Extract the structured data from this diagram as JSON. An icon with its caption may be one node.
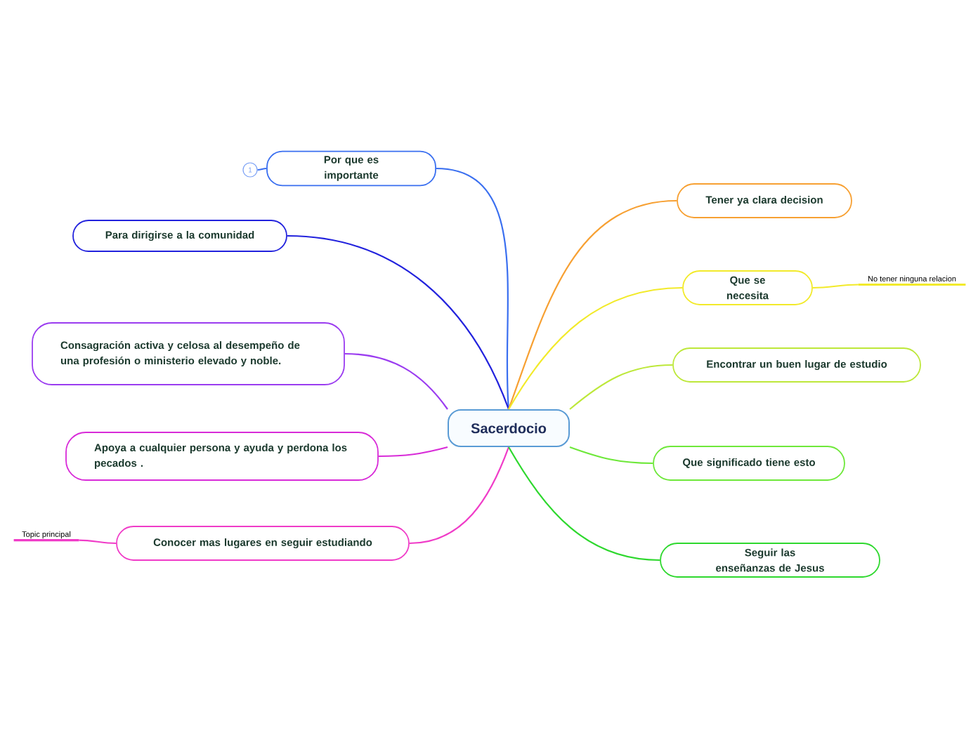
{
  "diagram": {
    "nodes": [
      {
        "text": [
          "Sacerdocio"
        ]
      },
      {
        "text": [
          "Por que es importante"
        ]
      },
      {
        "text": [
          "Para dirigirse a la comunidad"
        ]
      },
      {
        "text": [
          "Consagración activa y celosa al desempeño de una profesión o ministerio elevado y noble."
        ]
      },
      {
        "text": [
          "Apoya a cualquier persona y ayuda y perdona los pecados ."
        ]
      },
      {
        "text": [
          "Conocer mas lugares en seguir estudiando"
        ]
      },
      {
        "text": [
          "Tener ya clara decision"
        ]
      },
      {
        "text": [
          "Que se necesita"
        ]
      },
      {
        "text": [
          "Encontrar un buen lugar de estudio"
        ]
      },
      {
        "text": [
          "Que significado tiene esto"
        ]
      },
      {
        "text": [
          "Seguir las enseñanzas de Jesus"
        ]
      },
      {
        "text": [
          "No tener ninguna relacion"
        ]
      },
      {
        "text": [
          "Topic principal"
        ]
      },
      {
        "text": [
          "1"
        ]
      }
    ],
    "edges": [
      {
        "from": 0,
        "to": 1,
        "arrow": "none",
        "color": "#3a6ff0"
      },
      {
        "from": 0,
        "to": 2,
        "arrow": "none",
        "color": "#2222dd"
      },
      {
        "from": 0,
        "to": 3,
        "arrow": "none",
        "color": "#9b3cf0"
      },
      {
        "from": 0,
        "to": 4,
        "arrow": "none",
        "color": "#d82bd8"
      },
      {
        "from": 0,
        "to": 5,
        "arrow": "none",
        "color": "#f03cc8"
      },
      {
        "from": 0,
        "to": 6,
        "arrow": "none",
        "color": "#f7a032"
      },
      {
        "from": 0,
        "to": 7,
        "arrow": "none",
        "color": "#f2ea2a"
      },
      {
        "from": 0,
        "to": 8,
        "arrow": "none",
        "color": "#bde83a"
      },
      {
        "from": 0,
        "to": 9,
        "arrow": "none",
        "color": "#6ee83a"
      },
      {
        "from": 0,
        "to": 10,
        "arrow": "none",
        "color": "#2ed82e"
      },
      {
        "from": 7,
        "to": 11,
        "arrow": "none",
        "color": "#f2ea2a"
      },
      {
        "from": 5,
        "to": 12,
        "arrow": "none",
        "color": "#f03cc8"
      },
      {
        "from": 1,
        "to": 13,
        "arrow": "none",
        "color": "#3a6ff0"
      }
    ]
  }
}
